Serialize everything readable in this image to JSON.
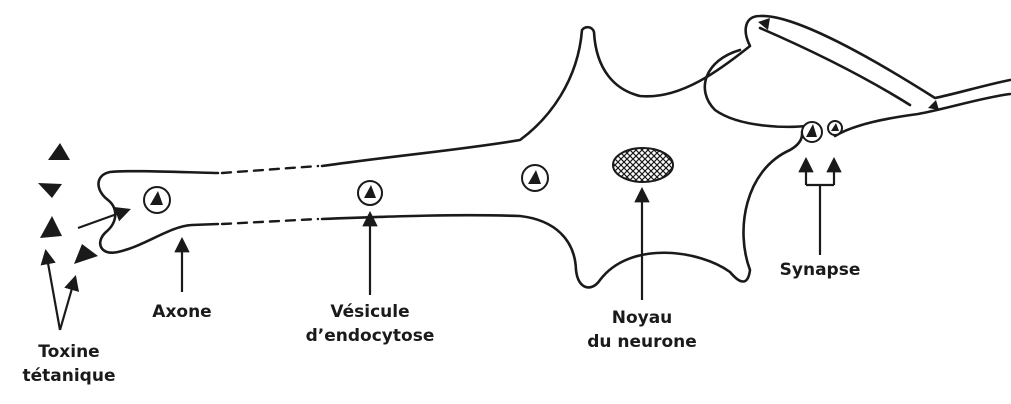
{
  "labels": {
    "toxin_line1": "Toxine",
    "toxin_line2": "tétanique",
    "axon": "Axone",
    "vesicle_line1": "Vésicule",
    "vesicle_line2": "d’endocytose",
    "nucleus_line1": "Noyau",
    "nucleus_line2": "du neurone",
    "synapse": "Synapse"
  }
}
